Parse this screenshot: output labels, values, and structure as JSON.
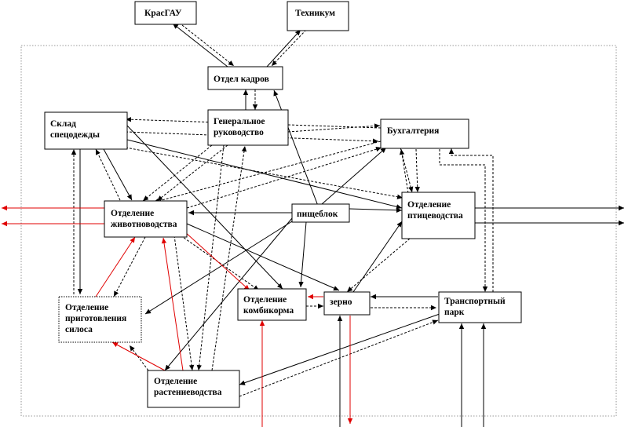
{
  "nodes": {
    "krasgau": "КрасГАУ",
    "technikum": "Техникум",
    "otdel_kadrov": "Отдел кадров",
    "gen_rukovodstvo": [
      "Генеральное",
      "руководство"
    ],
    "sklad": [
      "Склад",
      "спецодежды"
    ],
    "buhgalteria": "Бухгалтерия",
    "zhivotnovodstvo": [
      "Отделение",
      "животноводства"
    ],
    "pishcheblok": "пищеблок",
    "ptitsevodstvo": [
      "Отделение",
      "птицеводства"
    ],
    "silos": [
      "Отделение",
      "приготовления",
      "силоса"
    ],
    "kombikorm": [
      "Отделение",
      "комбикорма"
    ],
    "zerno": "зерно",
    "transport": [
      "Транспортный",
      "парк"
    ],
    "rastenievodstvo": [
      "Отделение",
      "растениеводства"
    ]
  },
  "colors": {
    "line": "#000000",
    "red_flow": "#e00000",
    "boundary": "#777777"
  }
}
